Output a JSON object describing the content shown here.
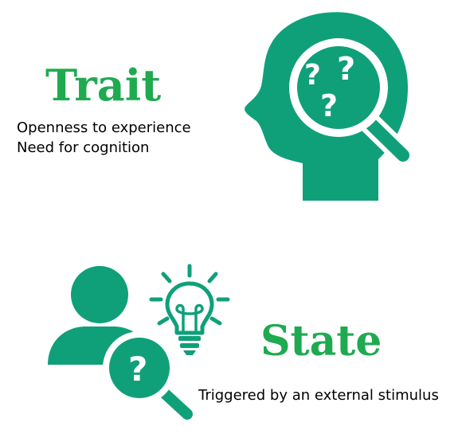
{
  "colors": {
    "heading_green": "#1faa50",
    "icon_teal": "#0fa07a",
    "text": "#000000",
    "background": "#ffffff"
  },
  "trait": {
    "title": "Trait",
    "items": [
      "Openness to experience",
      "Need for cognition"
    ],
    "icon": "head-with-magnifier-question-icon"
  },
  "state": {
    "title": "State",
    "description": "Triggered by an external stimulus",
    "icons": [
      "person-with-magnifier-question-icon",
      "lightbulb-icon"
    ]
  }
}
